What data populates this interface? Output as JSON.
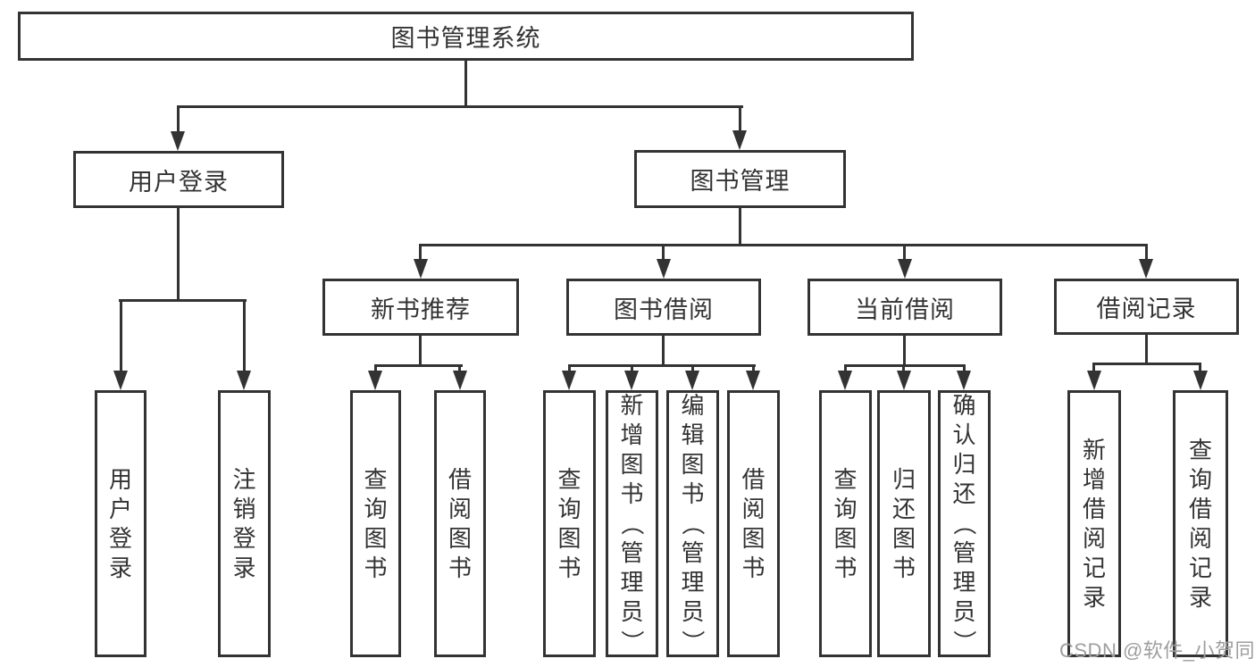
{
  "diagram": {
    "root": "图书管理系统",
    "level2": [
      "用户登录",
      "图书管理"
    ],
    "level3": [
      "新书推荐",
      "图书借阅",
      "当前借阅",
      "借阅记录"
    ],
    "user_login_children": [
      "用户登录",
      "注销登录"
    ],
    "new_book_children": [
      "查询图书",
      "借阅图书"
    ],
    "book_borrow_children": [
      "查询图书",
      "新增图书（管理员）",
      "编辑图书（管理员）",
      "借阅图书"
    ],
    "current_borrow_children": [
      "查询图书",
      "归还图书",
      "确认归还（管理员）"
    ],
    "borrow_record_children": [
      "新增借阅记录",
      "查询借阅记录"
    ]
  },
  "watermark": "CSDN @软件_小贺同学",
  "colors": {
    "line": "#333333",
    "text": "#333333",
    "watermark": "#9e9e9e",
    "background": "#ffffff"
  }
}
